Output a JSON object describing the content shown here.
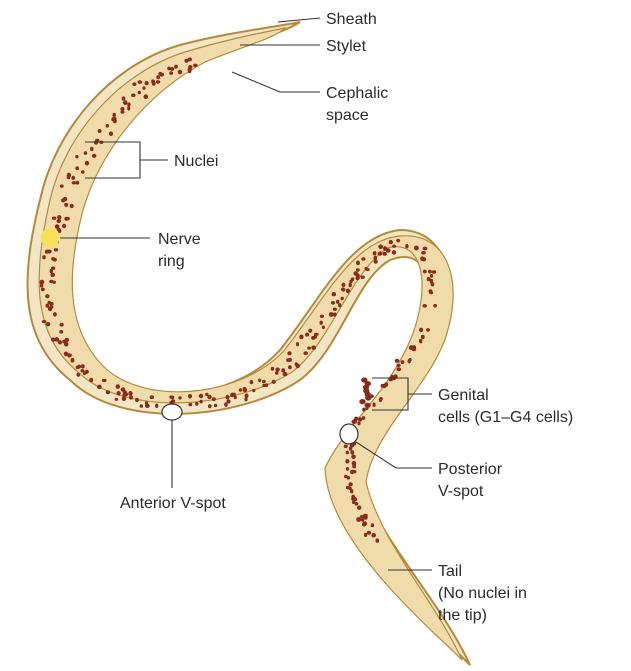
{
  "colors": {
    "sheath": "#f3e6c5",
    "body": "#efdcaa",
    "outline": "#b58a3c",
    "nucleus": "#8a2b1c",
    "nerve_ring": "#f6e25a",
    "v_spot": "#ffffff",
    "leader": "#333333",
    "text": "#2b2b2b"
  },
  "labels": {
    "sheath": "Sheath",
    "stylet": "Stylet",
    "cephalic_1": "Cephalic",
    "cephalic_2": "space",
    "nuclei": "Nuclei",
    "nerve_1": "Nerve",
    "nerve_2": "ring",
    "genital_1": "Genital",
    "genital_2": "cells (G1–G4 cells)",
    "posterior_1": "Posterior",
    "posterior_2": "V-spot",
    "anterior": "Anterior V-spot",
    "tail_1": "Tail",
    "tail_2": "(No nuclei in",
    "tail_3": "the tip)"
  }
}
